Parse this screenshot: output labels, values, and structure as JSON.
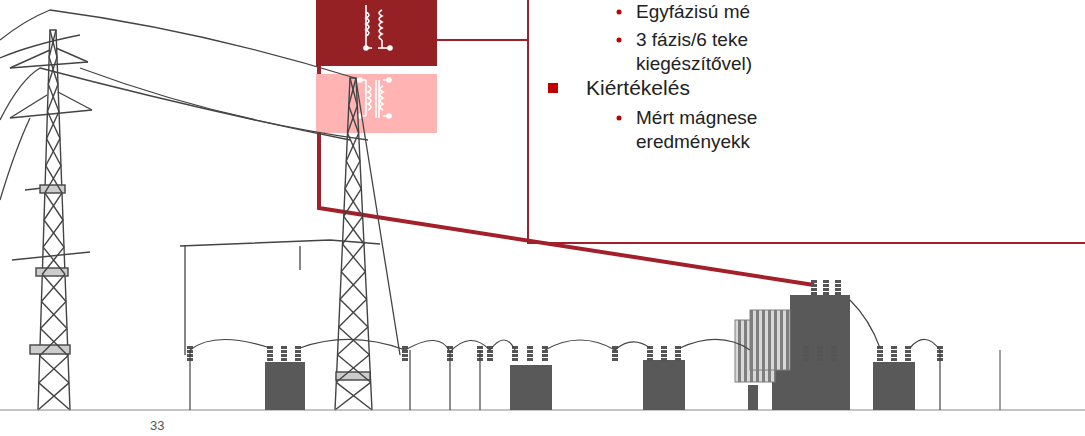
{
  "diagram": {
    "labels": [
      "Egyfázisú mé",
      "3 fázis/6 teke kiegészítővel)",
      "Kiértékelés",
      "Mért mágnese eredményekk",
      "33"
    ]
  }
}
